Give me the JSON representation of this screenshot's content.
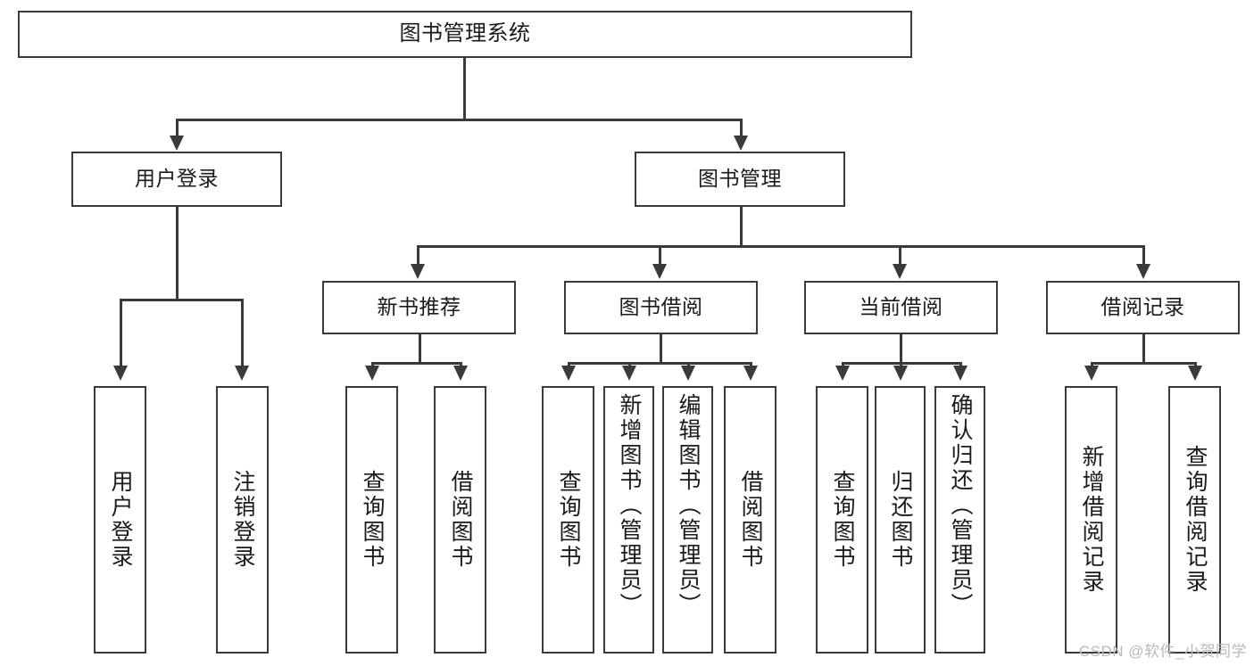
{
  "diagram": {
    "type": "tree",
    "title": "图书管理系统",
    "watermark": "CSDN @软件_小贺同学",
    "colors": {
      "stroke": "#3a3a3a",
      "fill": "#ffffff",
      "text": "#1a1a1a",
      "watermark": "#b9b9b9"
    },
    "nodes": {
      "root": {
        "label": "图书管理系统"
      },
      "level2": [
        {
          "label": "用户登录"
        },
        {
          "label": "图书管理"
        }
      ],
      "level3": [
        {
          "label": "新书推荐"
        },
        {
          "label": "图书借阅"
        },
        {
          "label": "当前借阅"
        },
        {
          "label": "借阅记录"
        }
      ],
      "leaves": {
        "user_login": [
          {
            "label": "用户登录"
          },
          {
            "label": "注销登录"
          }
        ],
        "new_book_recommend": [
          {
            "label": "查询图书"
          },
          {
            "label": "借阅图书"
          }
        ],
        "book_borrow": [
          {
            "label": "查询图书"
          },
          {
            "label": "新增图书（管理员）"
          },
          {
            "label": "编辑图书（管理员）"
          },
          {
            "label": "借阅图书"
          }
        ],
        "current_borrow": [
          {
            "label": "查询图书"
          },
          {
            "label": "归还图书"
          },
          {
            "label": "确认归还（管理员）"
          }
        ],
        "borrow_record": [
          {
            "label": "新增借阅记录"
          },
          {
            "label": "查询借阅记录"
          }
        ]
      }
    }
  }
}
